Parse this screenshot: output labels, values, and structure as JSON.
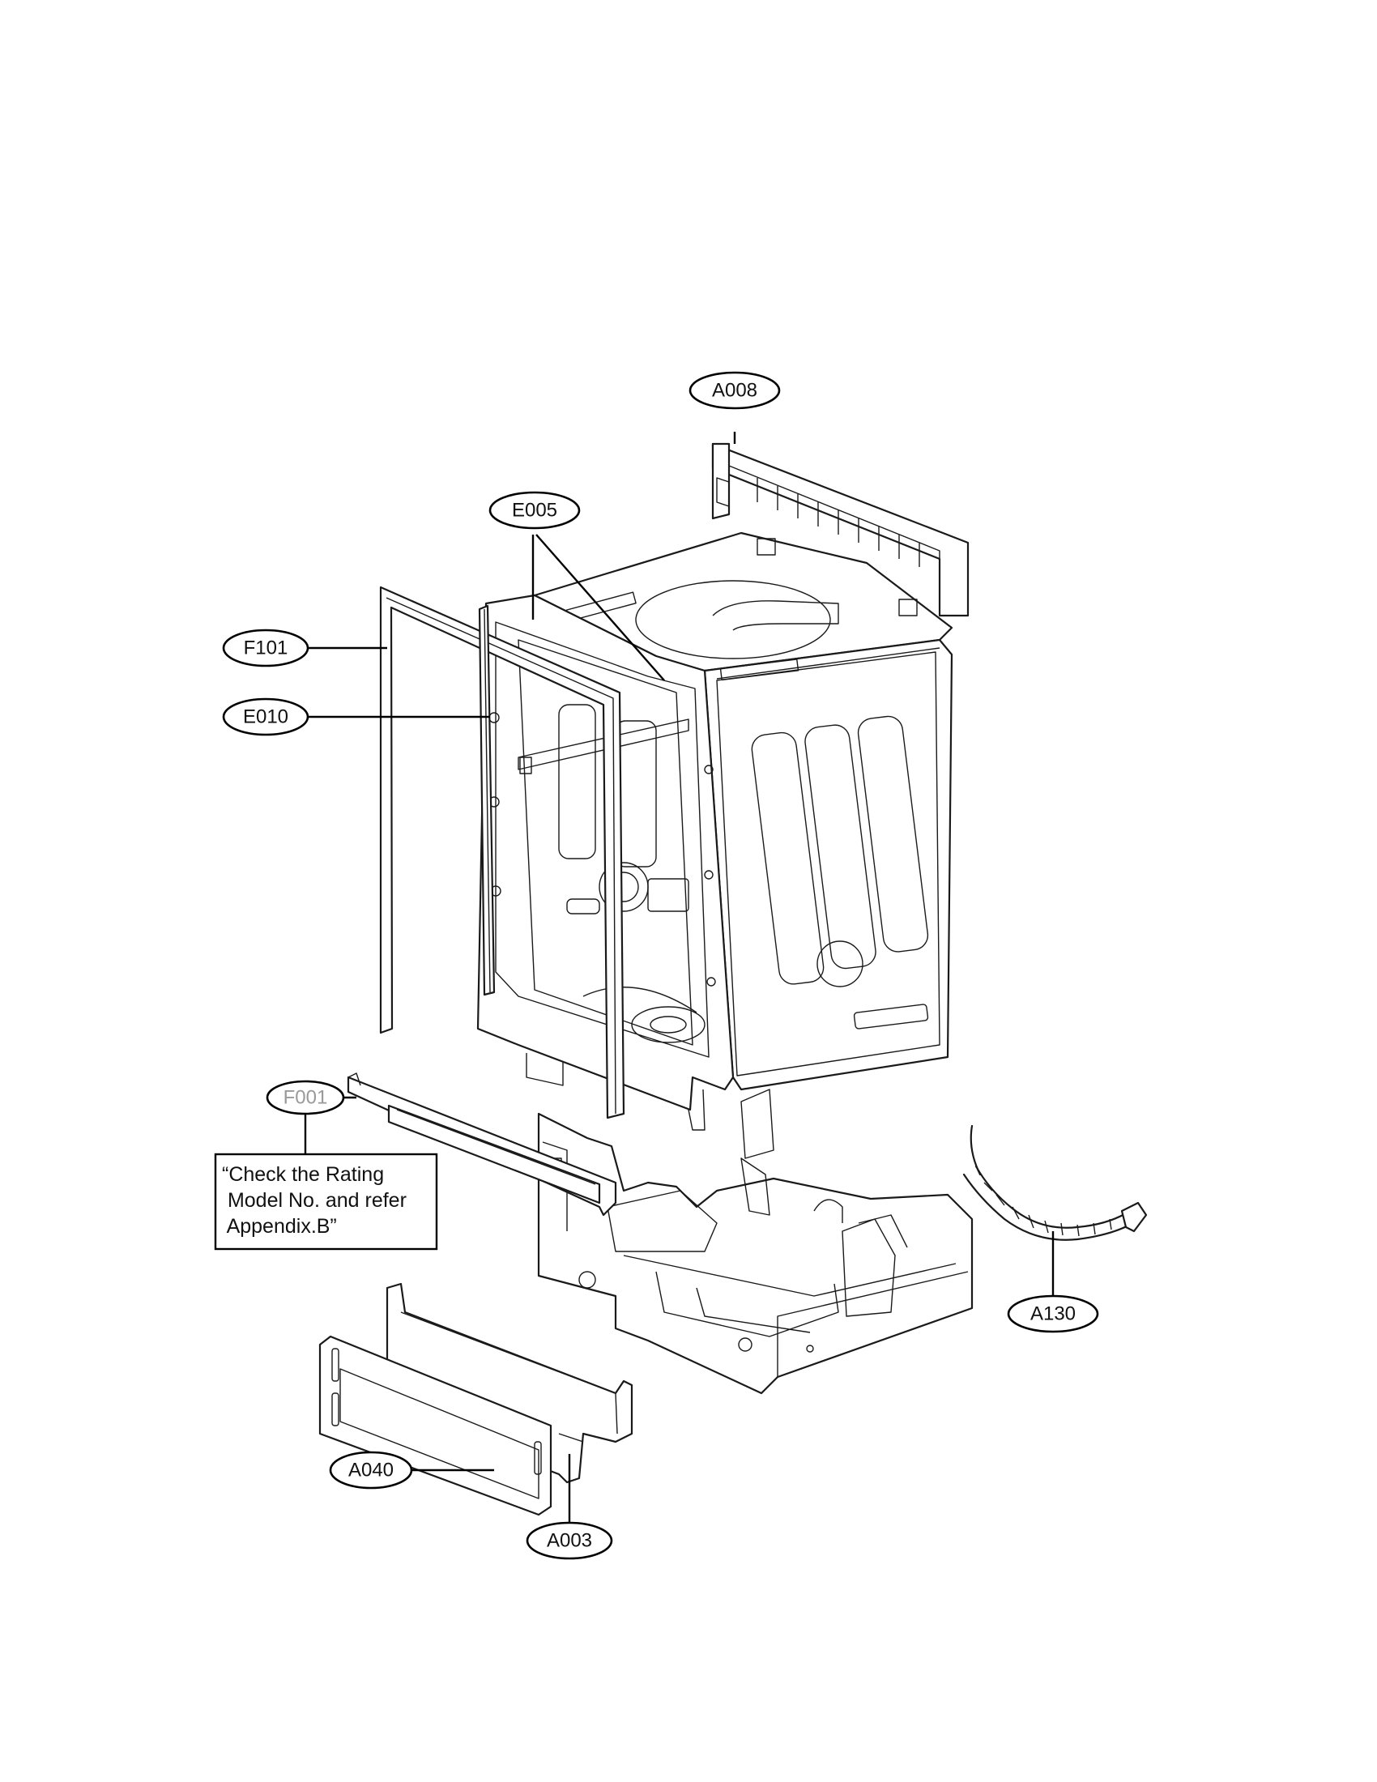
{
  "callouts": {
    "a008": "A008",
    "e005": "E005",
    "f101": "F101",
    "e010": "E010",
    "f001": "F001",
    "a130": "A130",
    "a040": "A040",
    "a003": "A003"
  },
  "note": {
    "line1": "“Check the Rating",
    "line2": " Model No. and refer",
    "line3": " Appendix.B”"
  },
  "colors": {
    "line": "#1a1a1a",
    "faded_label": "#9a9a9a",
    "background": "#ffffff"
  }
}
